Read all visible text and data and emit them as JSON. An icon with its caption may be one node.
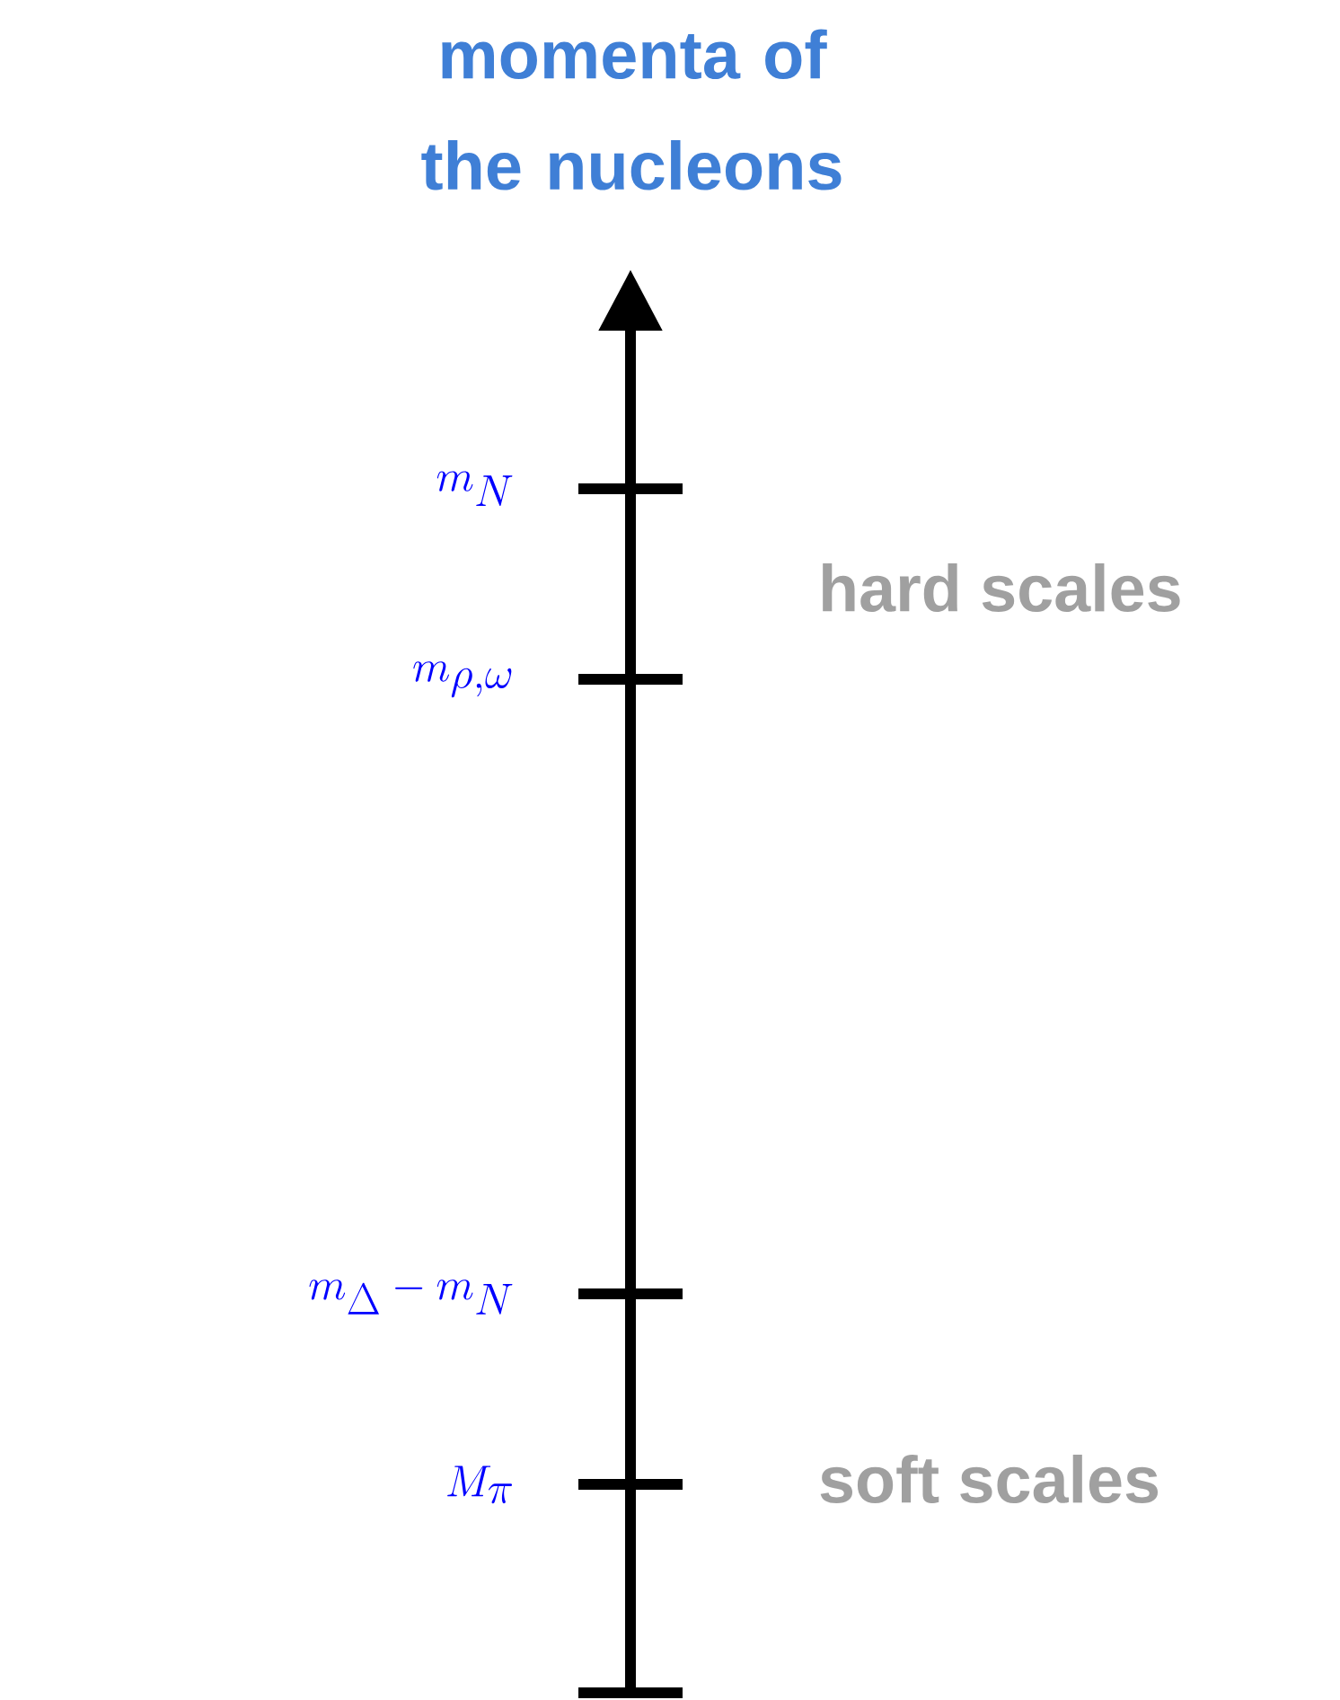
{
  "diagram": {
    "title": "momenta of the nucleons",
    "labels": [
      "m_N",
      "hard scales",
      "m_{\\rho,\\omega}",
      "m_\\Delta - m_N",
      "M_\\pi",
      "soft scales"
    ]
  }
}
